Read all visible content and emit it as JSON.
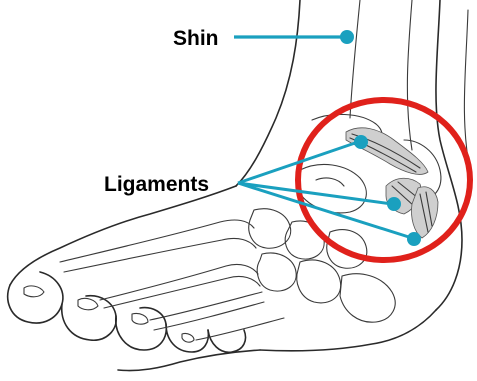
{
  "labels": {
    "shin": "Shin",
    "ligaments": "Ligaments"
  },
  "colors": {
    "pointer": "#1aa0bf",
    "highlight_circle": "#e0211b",
    "outline": "#2a2a2a",
    "ligament_fill": "#cfcfcf"
  },
  "icons": {
    "shin_marker": "dot",
    "ligament_markers": "dot"
  }
}
